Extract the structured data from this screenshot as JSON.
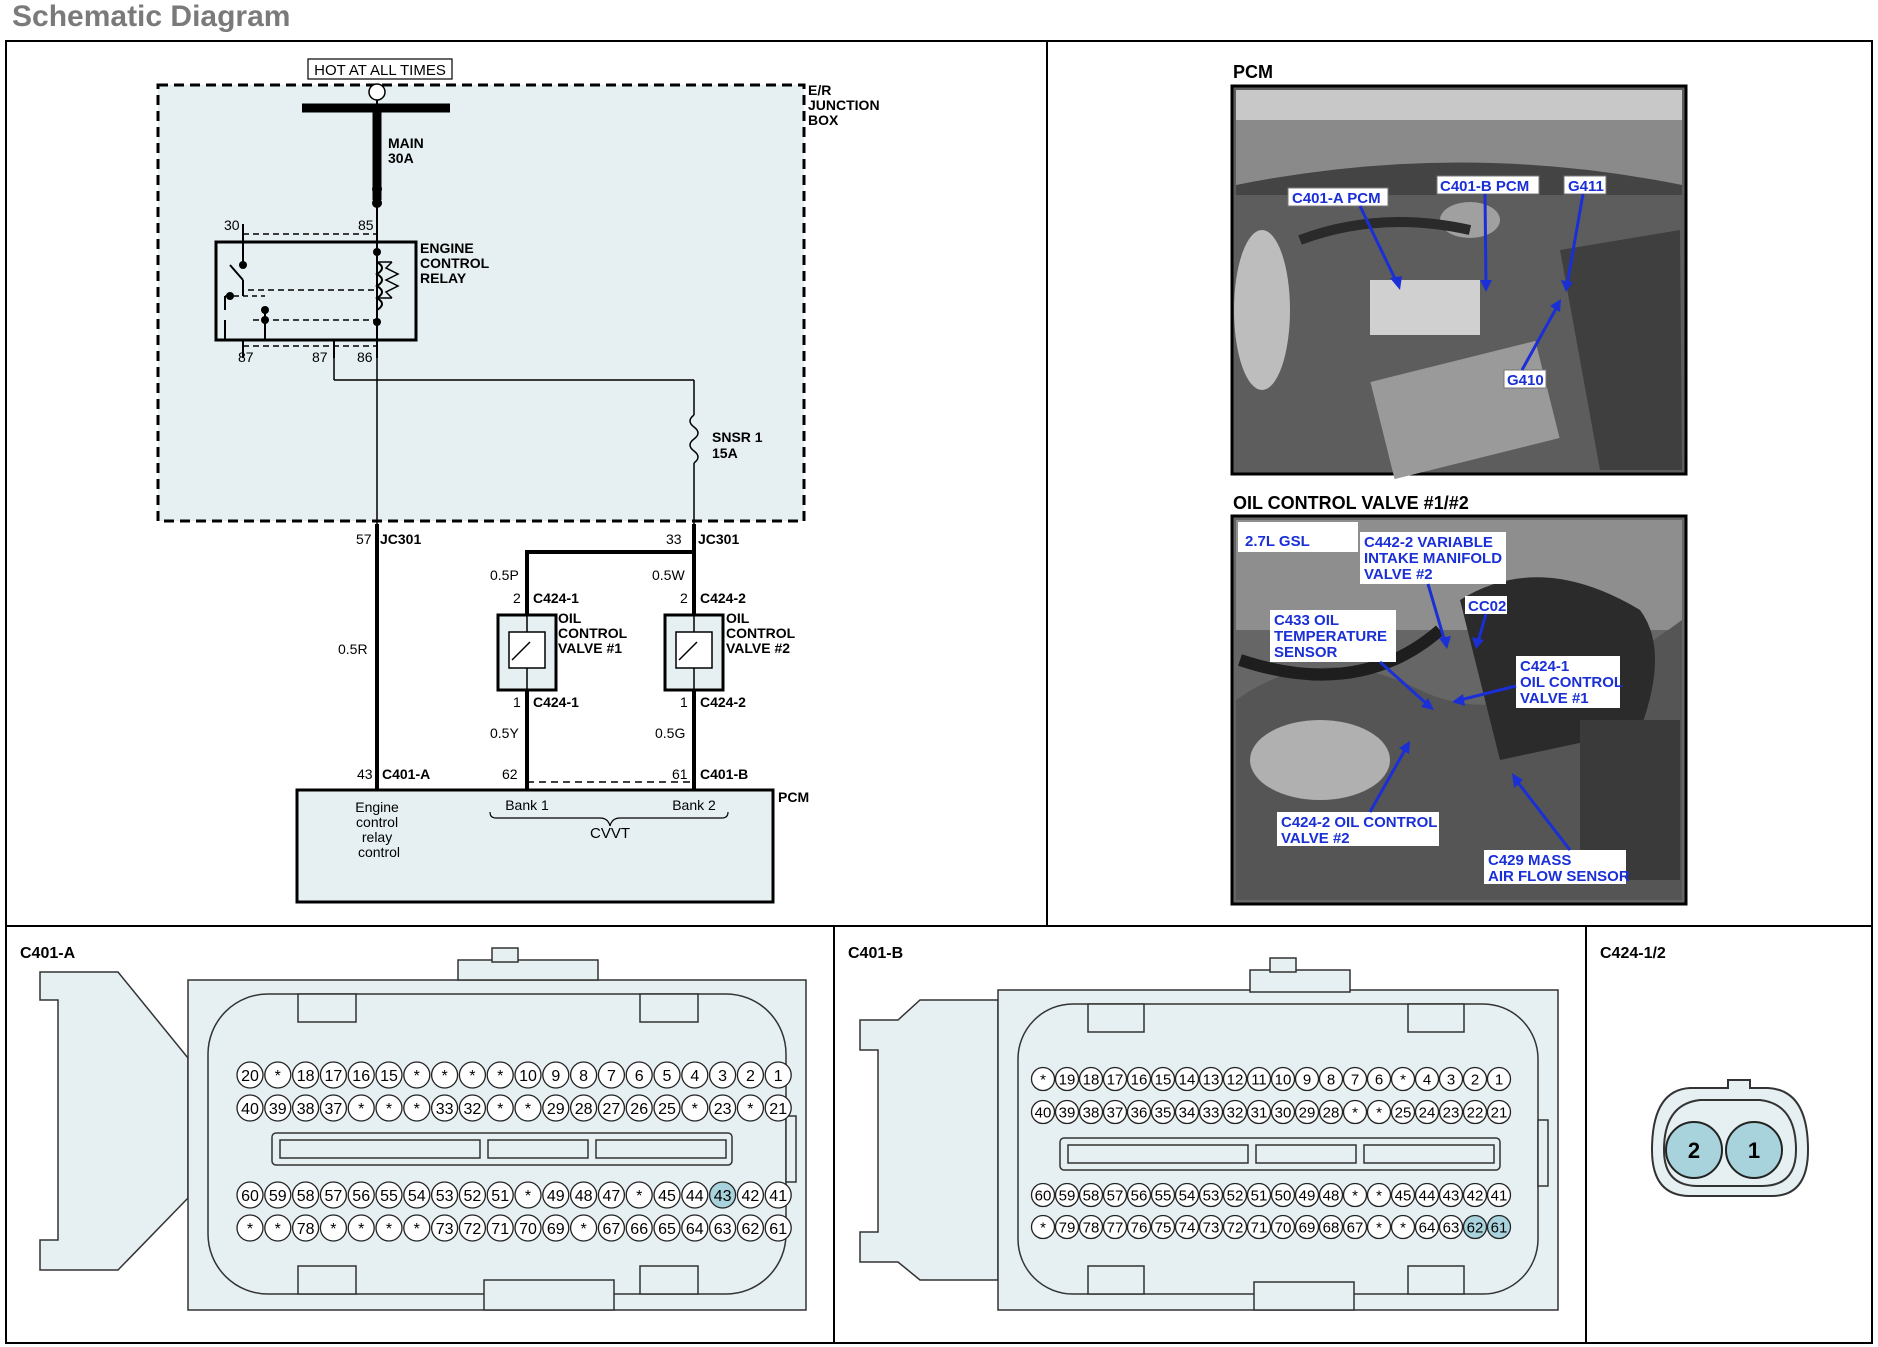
{
  "page_title": "Schematic Diagram",
  "schematic": {
    "hot_label": "HOT AT ALL TIMES",
    "junction_box": [
      "E/R",
      "JUNCTION",
      "BOX"
    ],
    "main_fuse": [
      "MAIN",
      "30A"
    ],
    "relay": [
      "ENGINE",
      "CONTROL",
      "RELAY"
    ],
    "relay_pins": {
      "p30": "30",
      "p85": "85",
      "p87a": "87",
      "p87b": "87",
      "p86": "86"
    },
    "snsr_fuse": [
      "SNSR 1",
      "15A"
    ],
    "jc_left_pin": "57",
    "jc_left": "JC301",
    "jc_right_pin": "33",
    "jc_right": "JC301",
    "wire_05p": "0.5P",
    "wire_05w": "0.5W",
    "wire_05r": "0.5R",
    "wire_05y": "0.5Y",
    "wire_05g": "0.5G",
    "ocv1_top_pin": "2",
    "ocv1_top": "C424-1",
    "ocv2_top_pin": "2",
    "ocv2_top": "C424-2",
    "ocv1": [
      "OIL",
      "CONTROL",
      "VALVE  #1"
    ],
    "ocv2": [
      "OIL",
      "CONTROL",
      "VALVE  #2"
    ],
    "ocv1_bot_pin": "1",
    "ocv1_bot": "C424-1",
    "ocv2_bot_pin": "1",
    "ocv2_bot": "C424-2",
    "pcm_pin_43": "43",
    "pcm_c401a": "C401-A",
    "pcm_pin_62": "62",
    "pcm_pin_61": "61",
    "pcm_c401b": "C401-B",
    "pcm_label": "PCM",
    "pcm_engine_ctrl": [
      "Engine",
      "control",
      "relay",
      "control"
    ],
    "bank1": "Bank 1",
    "bank2": "Bank 2",
    "cvvt": "CVVT"
  },
  "photos": {
    "pcm_title": "PCM",
    "pcm_callouts": [
      "C401-A PCM",
      "C401-B PCM",
      "G411",
      "G410"
    ],
    "ocv_title": "OIL CONTROL VALVE #1/#2",
    "engine_tag": "2.7L GSL",
    "ocv_callouts": {
      "c442": [
        "C442-2 VARIABLE",
        "INTAKE MANIFOLD",
        "VALVE #2"
      ],
      "cc02": "CC02",
      "c433": [
        "C433 OIL",
        "TEMPERATURE",
        "SENSOR"
      ],
      "c4241": [
        "C424-1",
        "OIL CONTROL",
        "VALVE #1"
      ],
      "c4242": [
        "C424-2 OIL CONTROL",
        "VALVE #2"
      ],
      "c429": [
        "C429 MASS",
        "AIR FLOW SENSOR"
      ]
    }
  },
  "connectors": {
    "c401a": {
      "title": "C401-A",
      "rows": [
        [
          "20",
          "*",
          "18",
          "17",
          "16",
          "15",
          "*",
          "*",
          "*",
          "*",
          "10",
          "9",
          "8",
          "7",
          "6",
          "5",
          "4",
          "3",
          "2",
          "1"
        ],
        [
          "40",
          "39",
          "38",
          "37",
          "*",
          "*",
          "*",
          "33",
          "32",
          "*",
          "*",
          "29",
          "28",
          "27",
          "26",
          "25",
          "*",
          "23",
          "*",
          "21"
        ],
        [
          "60",
          "59",
          "58",
          "57",
          "56",
          "55",
          "54",
          "53",
          "52",
          "51",
          "*",
          "49",
          "48",
          "47",
          "*",
          "45",
          "44",
          "43",
          "42",
          "41"
        ],
        [
          "*",
          "*",
          "78",
          "*",
          "*",
          "*",
          "*",
          "73",
          "72",
          "71",
          "70",
          "69",
          "*",
          "67",
          "66",
          "65",
          "64",
          "63",
          "62",
          "61"
        ]
      ],
      "highlighted": [
        "43"
      ]
    },
    "c401b": {
      "title": "C401-B",
      "rows": [
        [
          "*",
          "19",
          "18",
          "17",
          "16",
          "15",
          "14",
          "13",
          "12",
          "11",
          "10",
          "9",
          "8",
          "7",
          "6",
          "*",
          "4",
          "3",
          "2",
          "1"
        ],
        [
          "40",
          "39",
          "38",
          "37",
          "36",
          "35",
          "34",
          "33",
          "32",
          "31",
          "30",
          "29",
          "28",
          "*",
          "*",
          "25",
          "24",
          "23",
          "22",
          "21"
        ],
        [
          "60",
          "59",
          "58",
          "57",
          "56",
          "55",
          "54",
          "53",
          "52",
          "51",
          "50",
          "49",
          "48",
          "*",
          "*",
          "45",
          "44",
          "43",
          "42",
          "41"
        ],
        [
          "*",
          "79",
          "78",
          "77",
          "76",
          "75",
          "74",
          "73",
          "72",
          "71",
          "70",
          "69",
          "68",
          "67",
          "*",
          "*",
          "64",
          "63",
          "62",
          "61"
        ]
      ],
      "highlighted": [
        "62",
        "61"
      ]
    },
    "c424": {
      "title": "C424-1/2",
      "pins": [
        "2",
        "1"
      ]
    }
  },
  "colors": {
    "box_fill": "#e6f0f2",
    "pin_highlight": "#a9d3dc",
    "callout_blue": "#1a2fd6",
    "title_grey": "#7a7a7a"
  }
}
